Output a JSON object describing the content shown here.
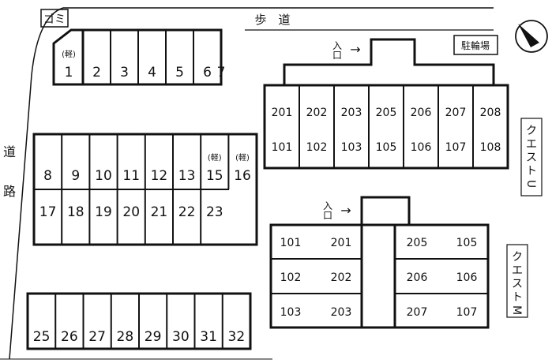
{
  "labels": {
    "trash": "ゴミ",
    "sidewalk": "歩　道",
    "road_top": "道",
    "road_bottom": "路",
    "entrance": "入\n口",
    "arrow": "→",
    "bicycle_parking": "駐輪場",
    "building_u": "クエストU",
    "building_m": "クエストM",
    "kei": "(軽)"
  },
  "parking": {
    "top_row": [
      "1",
      "2",
      "3",
      "4",
      "5",
      "6",
      "7"
    ],
    "middle_row_upper": [
      "8",
      "9",
      "10",
      "11",
      "12",
      "13",
      "15",
      "16"
    ],
    "middle_row_lower": [
      "17",
      "18",
      "19",
      "20",
      "21",
      "22",
      "23"
    ],
    "bottom_row": [
      "25",
      "26",
      "27",
      "28",
      "29",
      "30",
      "31",
      "32"
    ],
    "kei_spaces": [
      "1",
      "15",
      "16"
    ]
  },
  "building_u": {
    "upper": [
      "201",
      "202",
      "203",
      "205",
      "206",
      "207",
      "208"
    ],
    "lower": [
      "101",
      "102",
      "103",
      "105",
      "106",
      "107",
      "108"
    ]
  },
  "building_m": {
    "left_col_a": [
      "101",
      "102",
      "103"
    ],
    "left_col_b": [
      "201",
      "202",
      "203"
    ],
    "right_col_a": [
      "205",
      "206",
      "207"
    ],
    "right_col_b": [
      "105",
      "106",
      "107"
    ]
  }
}
